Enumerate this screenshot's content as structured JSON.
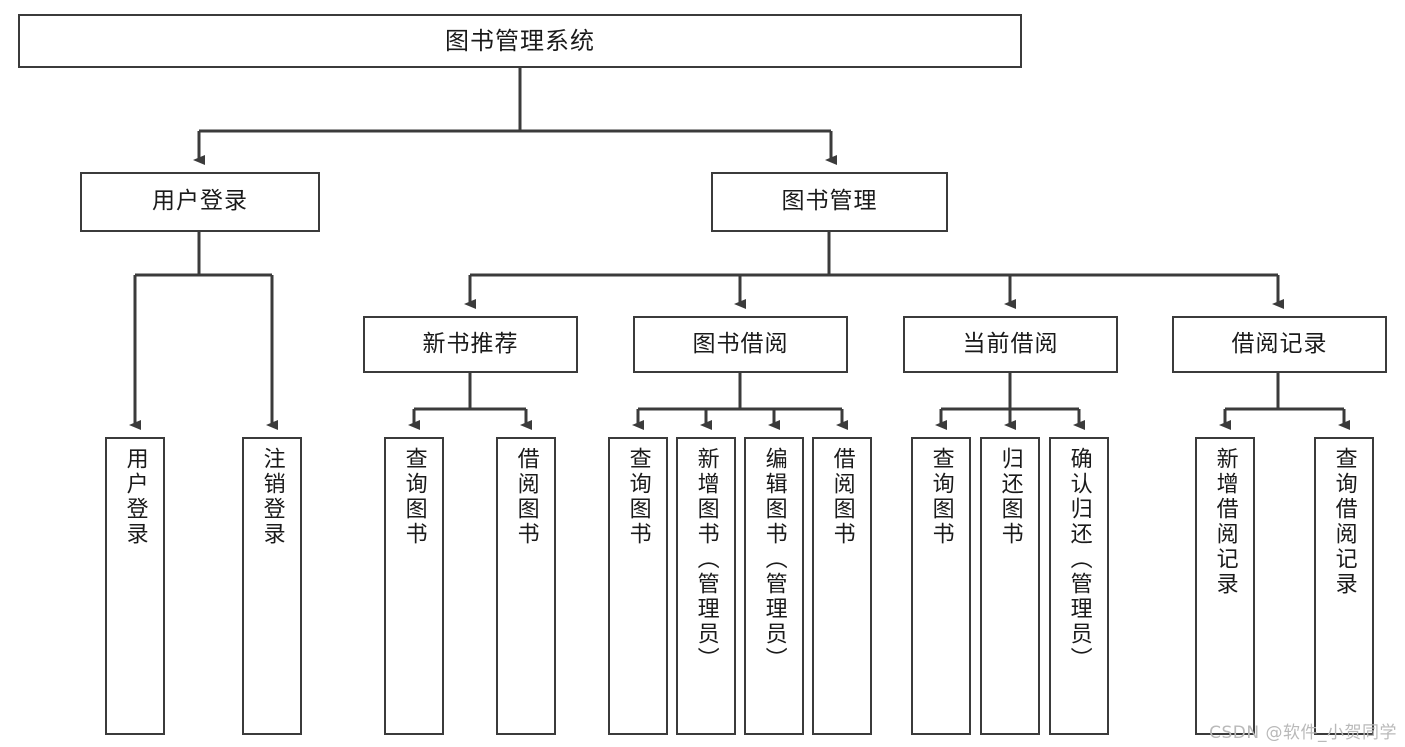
{
  "diagram": {
    "title": "图书管理系统",
    "type": "tree-hierarchy",
    "watermark": "CSDN @软件_小贺同学",
    "colors": {
      "border": "#3b3b3b",
      "text": "#1a1a1a",
      "background": "#ffffff",
      "watermark": "#b9b9b9"
    }
  },
  "nodes": {
    "root": {
      "label": "图书管理系统"
    },
    "level2": [
      {
        "label": "用户登录"
      },
      {
        "label": "图书管理"
      }
    ],
    "level3": [
      {
        "label": "新书推荐"
      },
      {
        "label": "图书借阅"
      },
      {
        "label": "当前借阅"
      },
      {
        "label": "借阅记录"
      }
    ],
    "leaves": {
      "user_login": [
        {
          "label": "用户登录"
        },
        {
          "label": "注销登录"
        }
      ],
      "new_book_recommend": [
        {
          "label": "查询图书"
        },
        {
          "label": "借阅图书"
        }
      ],
      "book_borrow": [
        {
          "label": "查询图书"
        },
        {
          "label": "新增图书（管理员）"
        },
        {
          "label": "编辑图书（管理员）"
        },
        {
          "label": "借阅图书"
        }
      ],
      "current_borrow": [
        {
          "label": "查询图书"
        },
        {
          "label": "归还图书"
        },
        {
          "label": "确认归还（管理员）"
        }
      ],
      "borrow_record": [
        {
          "label": "新增借阅记录"
        },
        {
          "label": "查询借阅记录"
        }
      ]
    }
  }
}
